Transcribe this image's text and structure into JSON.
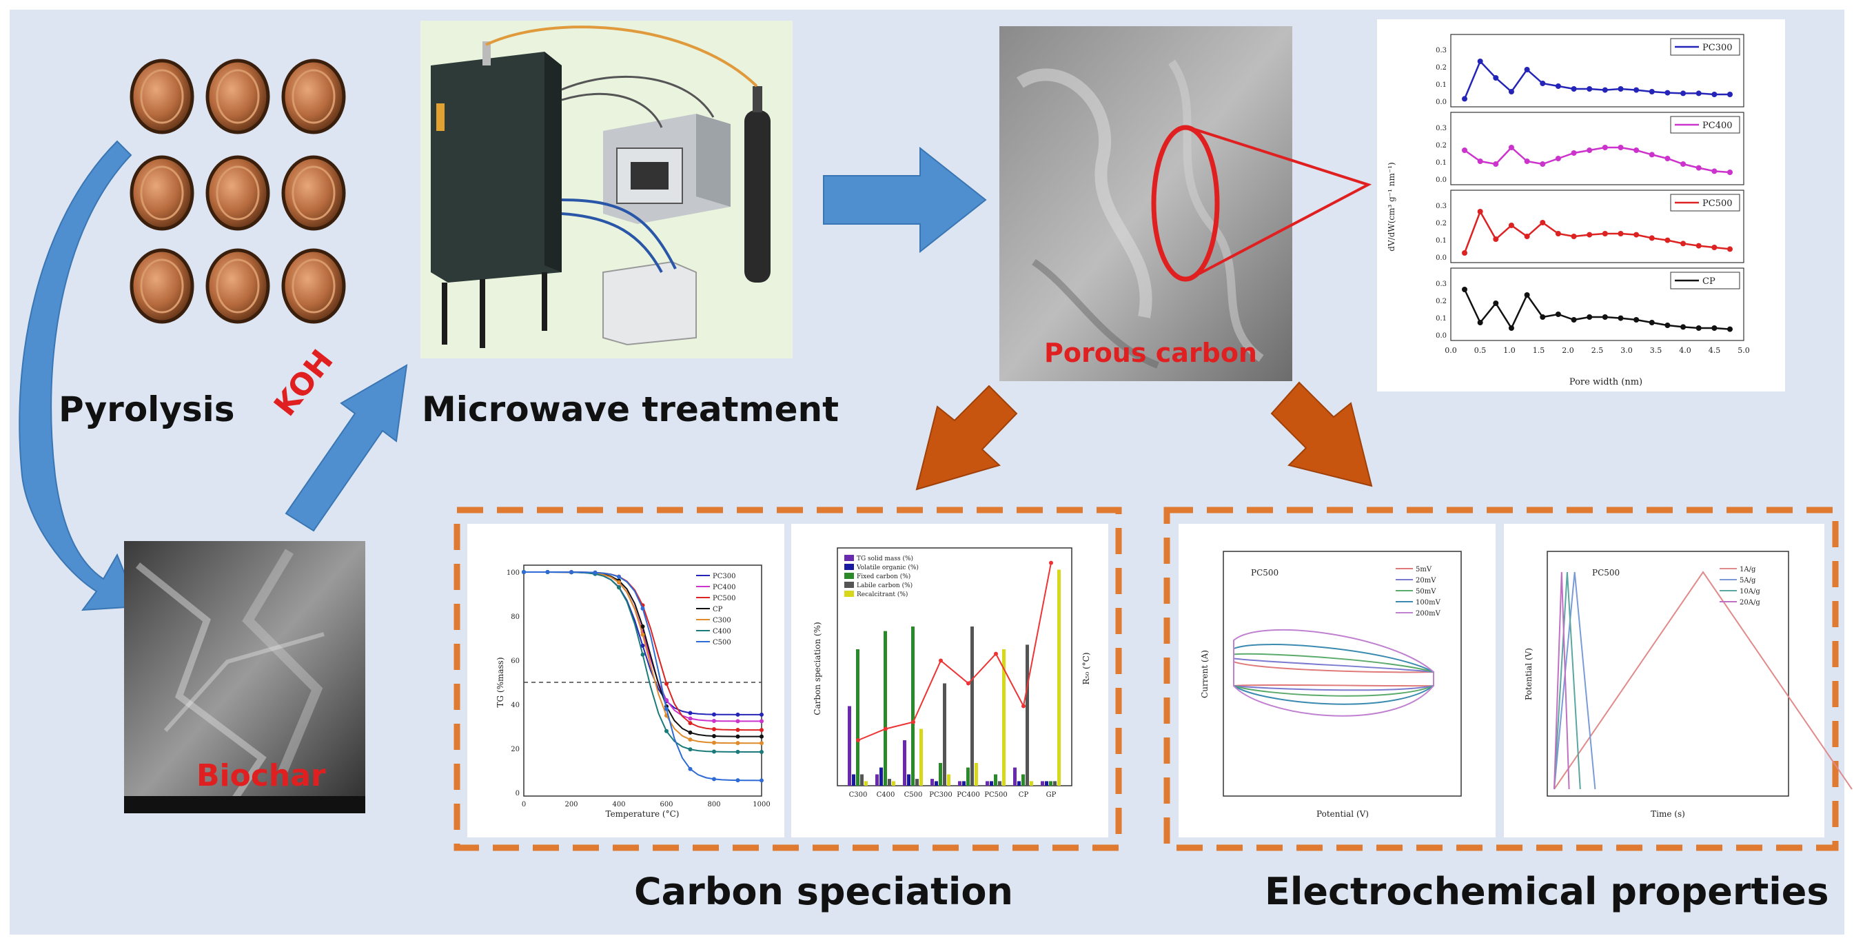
{
  "labels": {
    "pyrolysis": "Pyrolysis",
    "koh": "KOH",
    "microwave": "Microwave treatment",
    "porous": "Porous carbon",
    "biochar": "Biochar",
    "carbon_speciation": "Carbon speciation",
    "electrochemical": "Electrochemical properties"
  },
  "pore_chart": {
    "xlabel": "Pore width (nm)",
    "ylabel": "dV/dW(cm³ g⁻¹ nm⁻¹)",
    "x_ticks": [
      "0.0",
      "0.5",
      "1.0",
      "1.5",
      "2.0",
      "2.5",
      "3.0",
      "3.5",
      "4.0",
      "4.5",
      "5.0"
    ],
    "y_ticks": [
      "0.3",
      "0.2",
      "0.1",
      "0.0"
    ],
    "series": [
      {
        "name": "PC300",
        "color": "#2424b8"
      },
      {
        "name": "PC400",
        "color": "#cc33cc"
      },
      {
        "name": "PC500",
        "color": "#dd2222"
      },
      {
        "name": "CP",
        "color": "#111111"
      }
    ]
  },
  "tga_chart": {
    "xlabel": "Temperature (°C)",
    "ylabel": "TG (%mass)",
    "x_ticks": [
      "0",
      "200",
      "400",
      "600",
      "800",
      "1000"
    ],
    "y_ticks": [
      "100",
      "80",
      "60",
      "40",
      "20",
      "0"
    ],
    "legend": [
      "PC300",
      "PC400",
      "PC500",
      "CP",
      "C300",
      "C400",
      "C500"
    ]
  },
  "bar_chart": {
    "ylabel": "Carbon speciation (%)",
    "y2label": "R₅₀ (°C)",
    "categories": [
      "C300",
      "C400",
      "C500",
      "PC300",
      "PC400",
      "PC500",
      "CP",
      "GP"
    ],
    "legend": [
      "TG solid mass (%)",
      "Volatile organic (%)",
      "Fixed carbon (%)",
      "Labile carbon (%)",
      "Recalcitrant (%)"
    ]
  },
  "cv_chart": {
    "title": "PC500",
    "xlabel": "Potential (V)",
    "ylabel": "Current (A)",
    "legend": [
      "5mV",
      "20mV",
      "50mV",
      "100mV",
      "200mV"
    ]
  },
  "gcd_chart": {
    "title": "PC500",
    "xlabel": "Time (s)",
    "ylabel": "Potential (V)",
    "legend": [
      "1A/g",
      "5A/g",
      "10A/g",
      "20A/g"
    ]
  },
  "colors": {
    "background": "#dde5f3",
    "arrow_blue": "#4f8fcf",
    "arrow_orange": "#c8550f",
    "dashed_border": "#e07a30",
    "red_label": "#e02020"
  }
}
